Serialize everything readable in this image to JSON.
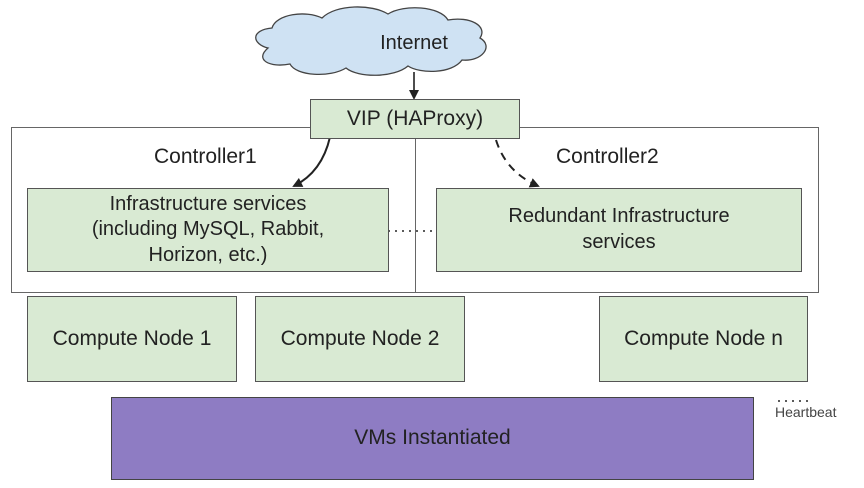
{
  "internet": "Internet",
  "vip": "VIP (HAProxy)",
  "controller1": {
    "label": "Controller1",
    "services": "Infrastructure services\n(including MySQL, Rabbit,\nHorizon, etc.)"
  },
  "controller2": {
    "label": "Controller2",
    "services": "Redundant Infrastructure\nservices"
  },
  "compute_nodes": [
    "Compute Node 1",
    "Compute Node 2",
    "Compute Node n"
  ],
  "vms": "VMs Instantiated",
  "legend": {
    "heartbeat": "Heartbeat"
  },
  "colors": {
    "node_fill": "#d9ead3",
    "vm_fill": "#8e7cc3",
    "cloud_fill": "#cfe2f3"
  }
}
